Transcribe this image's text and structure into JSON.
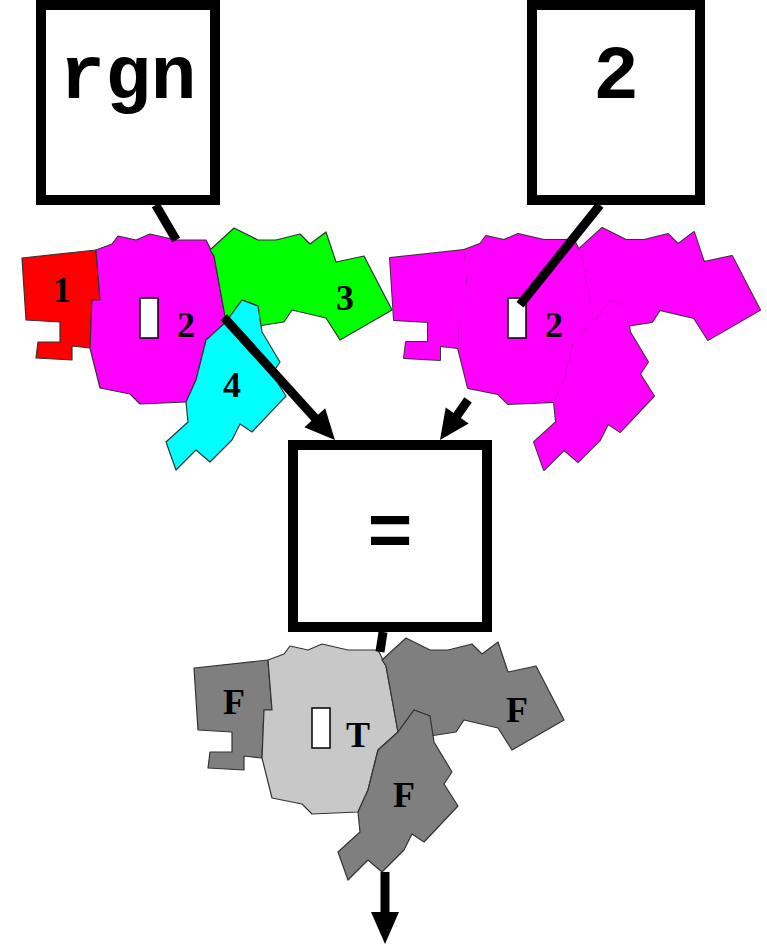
{
  "diagram": {
    "nodes": [
      {
        "text": [
          "rgn"
        ]
      },
      {
        "text": [
          "2"
        ]
      },
      {
        "text": [
          "1"
        ]
      },
      {
        "text": [
          "2"
        ]
      },
      {
        "text": [
          "3"
        ]
      },
      {
        "text": [
          "4"
        ]
      },
      {
        "text": [
          "2"
        ]
      },
      {
        "text": [
          "="
        ]
      },
      {
        "text": [
          "F"
        ]
      },
      {
        "text": [
          "T"
        ]
      },
      {
        "text": [
          "F"
        ]
      },
      {
        "text": [
          "F"
        ]
      }
    ],
    "edges": [
      {
        "from": 0,
        "to": 3,
        "arrow": "none"
      },
      {
        "from": 3,
        "to": 7,
        "arrow": "to"
      },
      {
        "from": 1,
        "to": 6,
        "arrow": "none"
      },
      {
        "from": 6,
        "to": 7,
        "arrow": "to"
      },
      {
        "from": 7,
        "to": 9,
        "arrow": "none"
      }
    ]
  }
}
